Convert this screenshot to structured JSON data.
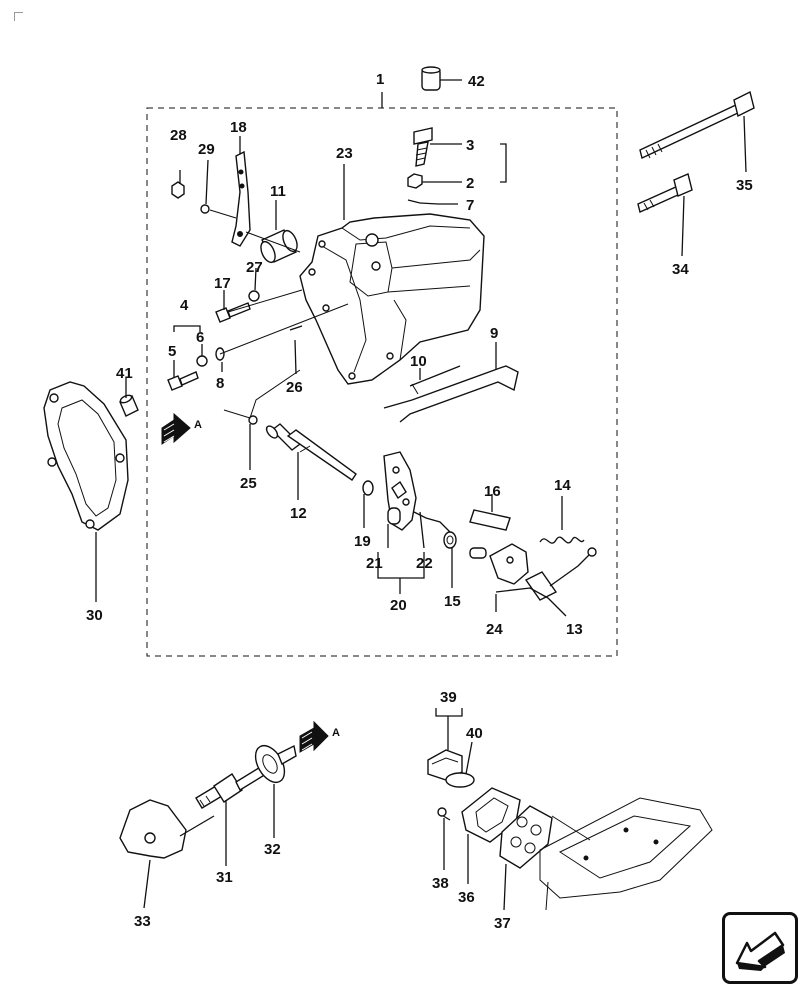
{
  "diagram": {
    "callouts": [
      "1",
      "2",
      "3",
      "4",
      "5",
      "6",
      "7",
      "8",
      "9",
      "10",
      "11",
      "12",
      "13",
      "14",
      "15",
      "16",
      "17",
      "18",
      "19",
      "20",
      "21",
      "22",
      "23",
      "24",
      "25",
      "26",
      "27",
      "28",
      "29",
      "30",
      "31",
      "32",
      "33",
      "34",
      "35",
      "36",
      "37",
      "38",
      "39",
      "40",
      "41",
      "42"
    ],
    "view_markers": [
      "A",
      "A"
    ]
  },
  "navigation": {
    "icon": "arrow-left-down-icon"
  }
}
